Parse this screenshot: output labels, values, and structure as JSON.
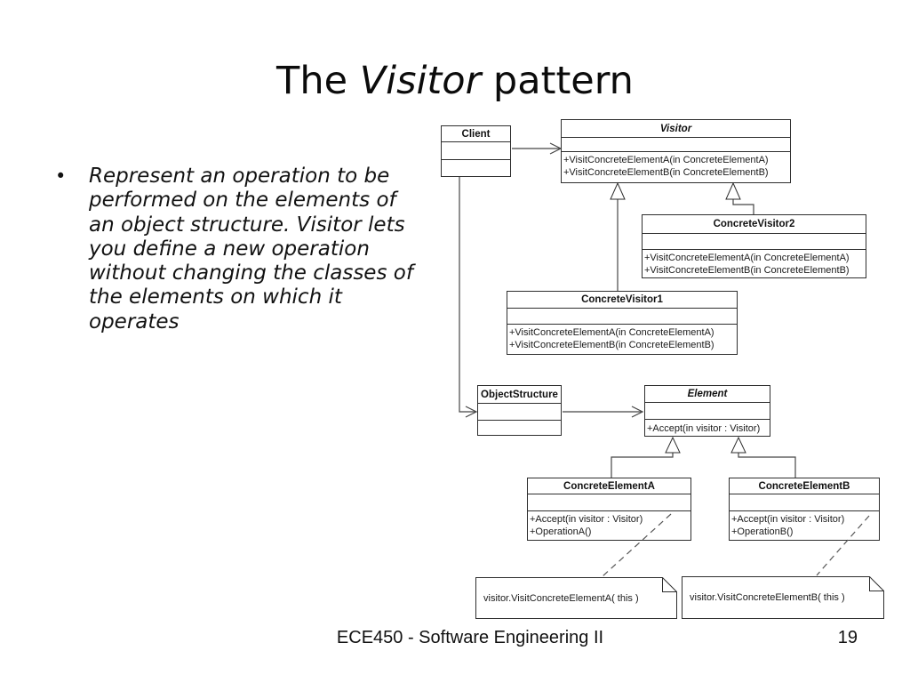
{
  "slide": {
    "title": {
      "pre": "The ",
      "em": "Visitor",
      "post": " pattern"
    },
    "bullet": {
      "marker": "•",
      "lines": [
        "Represent an operation to be",
        "performed on the elements of",
        "an object structure. Visitor lets",
        "you define a new operation",
        "without changing the classes of",
        "the elements on which it",
        "operates"
      ]
    },
    "footer": {
      "course": "ECE450 - Software Engineering II",
      "page": "19"
    }
  },
  "diagram": {
    "classes": {
      "client": {
        "name": "Client"
      },
      "visitor": {
        "name": "Visitor",
        "methods": [
          "+VisitConcreteElementA(in ConcreteElementA)",
          "+VisitConcreteElementB(in ConcreteElementB)"
        ]
      },
      "concrete_visitor2": {
        "name": "ConcreteVisitor2",
        "methods": [
          "+VisitConcreteElementA(in ConcreteElementA)",
          "+VisitConcreteElementB(in ConcreteElementB)"
        ]
      },
      "concrete_visitor1": {
        "name": "ConcreteVisitor1",
        "methods": [
          "+VisitConcreteElementA(in ConcreteElementA)",
          "+VisitConcreteElementB(in ConcreteElementB)"
        ]
      },
      "object_structure": {
        "name": "ObjectStructure"
      },
      "element": {
        "name": "Element",
        "methods": [
          "+Accept(in visitor : Visitor)"
        ]
      },
      "concrete_element_a": {
        "name": "ConcreteElementA",
        "methods": [
          "+Accept(in visitor : Visitor)",
          "+OperationA()"
        ]
      },
      "concrete_element_b": {
        "name": "ConcreteElementB",
        "methods": [
          "+Accept(in visitor : Visitor)",
          "+OperationB()"
        ]
      }
    },
    "notes": {
      "note_a": "visitor.VisitConcreteElementA( this )",
      "note_b": "visitor.VisitConcreteElementB( this )"
    }
  }
}
